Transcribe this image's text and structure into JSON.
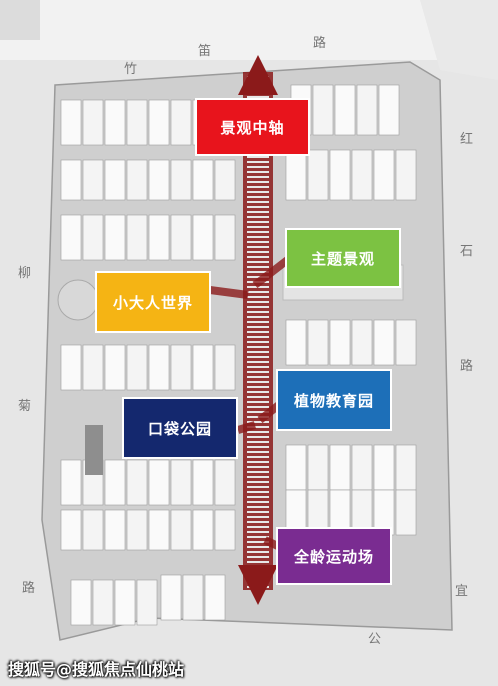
{
  "zones": {
    "central_axis": {
      "label": "景观中轴",
      "color": "#e8141c"
    },
    "theme_landscape": {
      "label": "主题景观",
      "color": "#7cc242"
    },
    "kids_world": {
      "label": "小大人世界",
      "color": "#f5b414"
    },
    "botanical_garden": {
      "label": "植物教育园",
      "color": "#1d6fb8"
    },
    "pocket_park": {
      "label": "口袋公园",
      "color": "#14286e"
    },
    "all_age_sports": {
      "label": "全龄运动场",
      "color": "#7a2c91"
    }
  },
  "roads": {
    "north": [
      "竹",
      "笛",
      "路"
    ],
    "west": [
      "柳",
      "菊",
      "路"
    ],
    "east": [
      "红",
      "石",
      "路"
    ],
    "south": [
      "宜",
      "公"
    ]
  },
  "watermark": "搜狐号@搜狐焦点仙桃站",
  "colors": {
    "axis_red": "#8b1a1a",
    "background": "#ededed"
  }
}
